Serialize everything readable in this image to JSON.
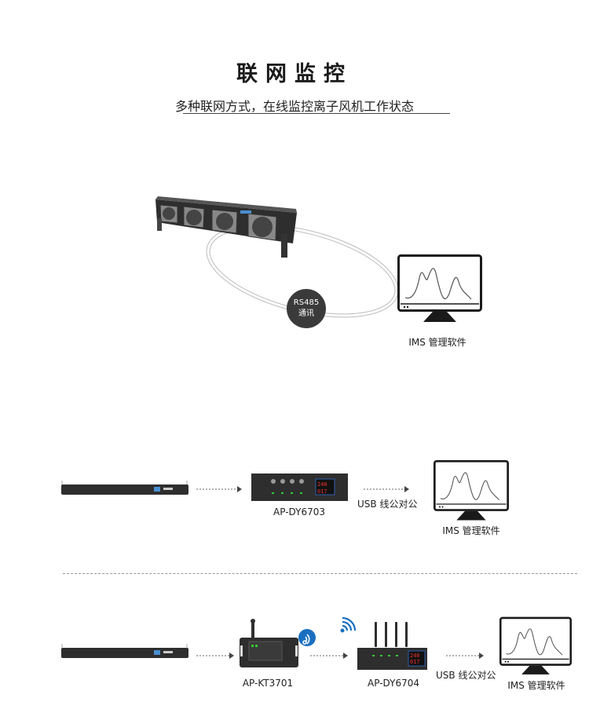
{
  "header": {
    "title": "联网监控",
    "subtitle": "多种联网方式，在线监控离子风机工作状态"
  },
  "diagram1": {
    "connection_label_line1": "RS485",
    "connection_label_line2": "通讯",
    "software_label": "IMS 管理软件"
  },
  "diagram2": {
    "controller_label": "AP-DY6703",
    "cable_label": "USB 线公对公",
    "software_label": "IMS 管理软件"
  },
  "diagram3": {
    "transmitter_label": "AP-KT3701",
    "receiver_label": "AP-DY6704",
    "cable_label": "USB 线公对公",
    "software_label": "IMS 管理软件"
  },
  "colors": {
    "wifi_blue": "#1a6fc0",
    "device_dark": "#2e2e2e"
  }
}
